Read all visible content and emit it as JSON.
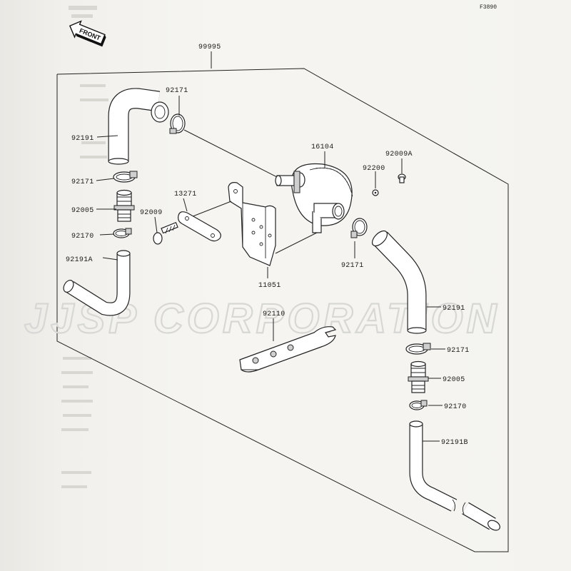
{
  "figure_code": "F3890",
  "front_label": "FRONT",
  "watermark": "JJSP CORPORATION",
  "callouts": {
    "assembly": "99995",
    "hose_top_left": "92191",
    "clamp_top": "92171",
    "clamp_left": "92171",
    "fitting_left": "92005",
    "clamp_small_left": "92170",
    "hose_lower_left": "92191A",
    "pump": "16104",
    "screw_small": "92009A",
    "washer": "92200",
    "plate": "13271",
    "bolt": "92009",
    "bracket": "11051",
    "clamp_pump": "92171",
    "hose_right": "92191",
    "spanner": "92110",
    "clamp_right": "92171",
    "fitting_right": "92005",
    "clamp_small_right": "92170",
    "hose_lower_right": "92191B"
  }
}
